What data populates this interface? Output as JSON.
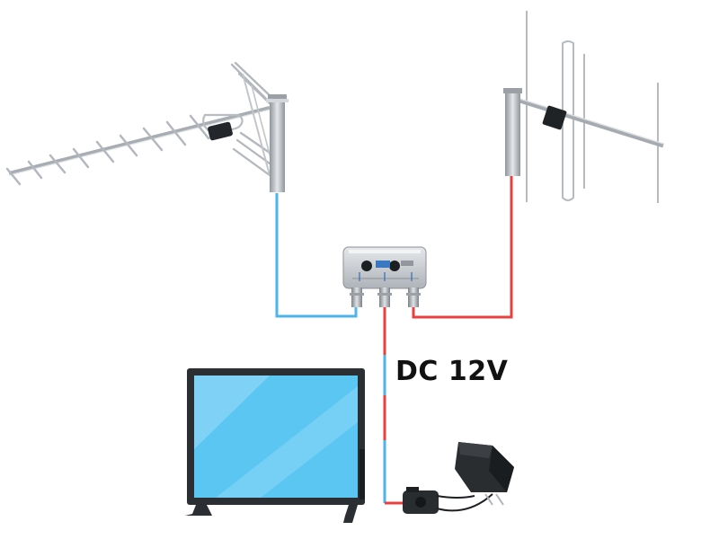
{
  "diagram": {
    "power_label": "DC 12V",
    "colors": {
      "uhf_cable": "#4db5ea",
      "vhf_cable": "#e8403f",
      "tv_screen": "#5cc6f2",
      "tv_frame": "#2b2f33",
      "antenna_metal": "#b9bec4",
      "amplifier_body": "#c8ccd1",
      "amplifier_badge": "#3a78c2"
    },
    "components": [
      {
        "id": "uhf-antenna",
        "kind": "yagi-antenna"
      },
      {
        "id": "vhf-antenna",
        "kind": "dipole-antenna"
      },
      {
        "id": "amplifier",
        "kind": "antenna-amplifier"
      },
      {
        "id": "television",
        "kind": "flat-tv"
      },
      {
        "id": "power-adapter",
        "kind": "wall-adapter"
      }
    ]
  }
}
